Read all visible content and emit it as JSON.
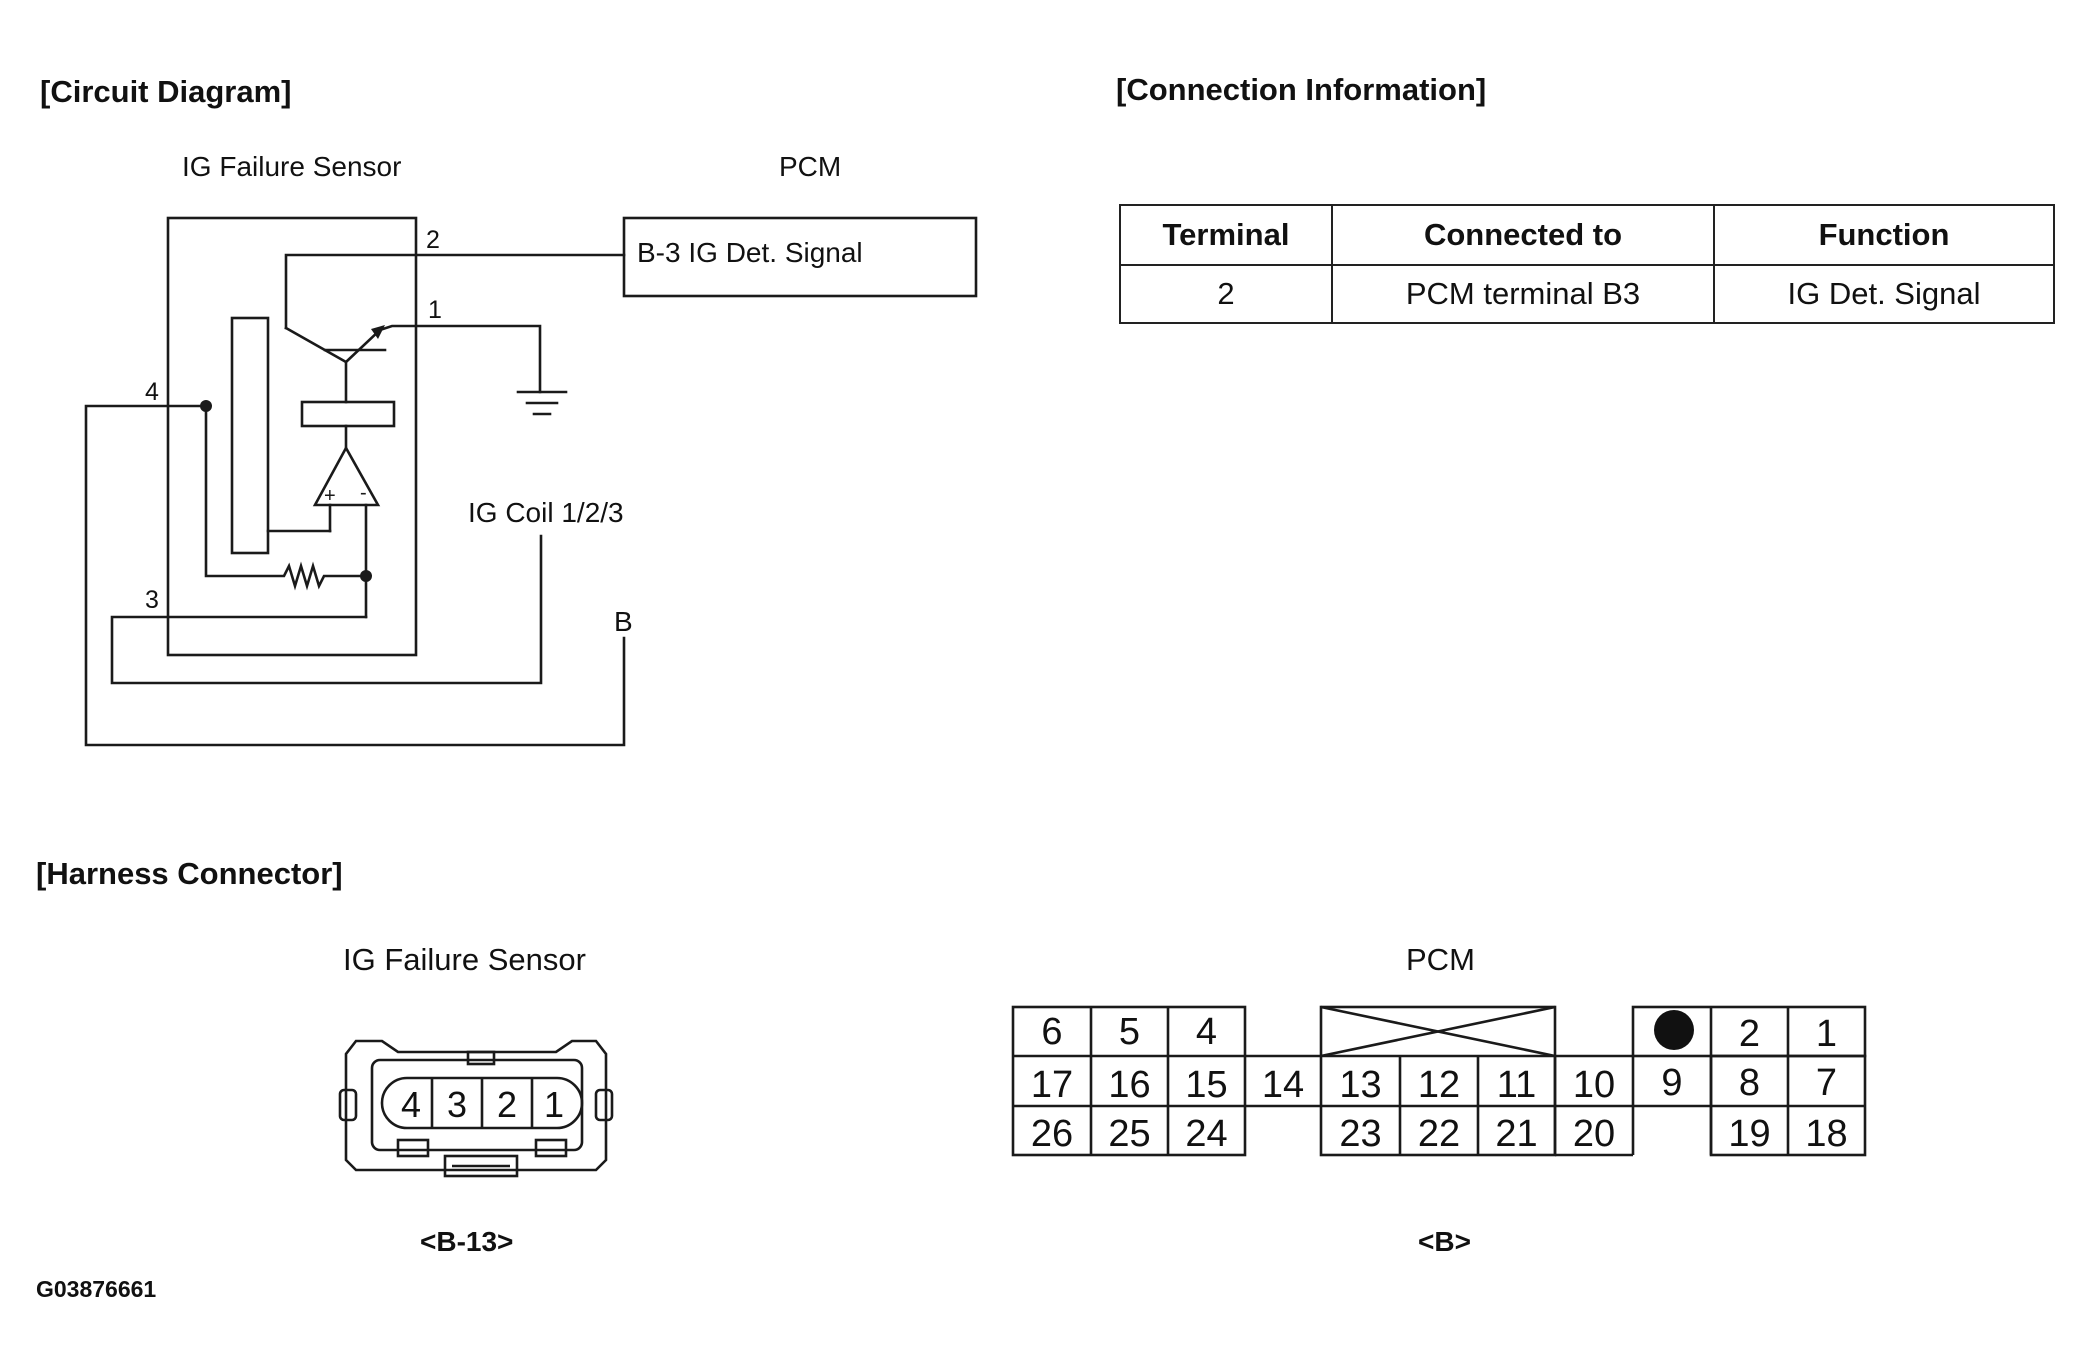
{
  "circuit": {
    "title": "[Circuit Diagram]",
    "sensor_label": "IG Failure Sensor",
    "pcm_label": "PCM",
    "pcm_box_label": "B-3 IG Det. Signal",
    "coil_label": "IG Coil 1/2/3",
    "battery_label": "B",
    "pin_labels": [
      "2",
      "1",
      "4",
      "3"
    ]
  },
  "connection": {
    "title": "[Connection Information]",
    "headers": [
      "Terminal",
      "Connected to",
      "Function"
    ],
    "rows": [
      [
        "2",
        "PCM terminal B3",
        "IG Det. Signal"
      ]
    ]
  },
  "harness": {
    "title": "[Harness Connector]",
    "sensor_connector": {
      "label": "IG Failure Sensor",
      "pins": [
        "4",
        "3",
        "2",
        "1"
      ],
      "code": "<B-13>"
    },
    "pcm_connector": {
      "label": "PCM",
      "code": "<B>",
      "pins": [
        "6",
        "5",
        "4",
        "2",
        "1",
        "17",
        "16",
        "15",
        "14",
        "13",
        "12",
        "11",
        "10",
        "9",
        "8",
        "7",
        "26",
        "25",
        "24",
        "23",
        "22",
        "21",
        "20",
        "19",
        "18"
      ]
    }
  },
  "figure_id": "G03876661"
}
